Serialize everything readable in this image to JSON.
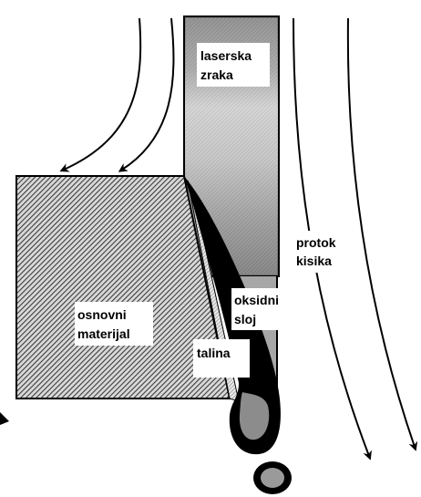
{
  "labels": {
    "laser_beam": [
      "laserska",
      "zraka"
    ],
    "oxygen_flow": [
      "protok",
      "kisika"
    ],
    "base_material": [
      "osnovni",
      "materijal"
    ],
    "oxide_layer": [
      "oksidni",
      "sloj"
    ],
    "melt": "talina"
  },
  "colors": {
    "ink": "#000000",
    "background": "#ffffff",
    "hatch": "#5a5a5a",
    "beam_dark": "#6f6f6f",
    "beam_light": "#c9c9c9"
  }
}
